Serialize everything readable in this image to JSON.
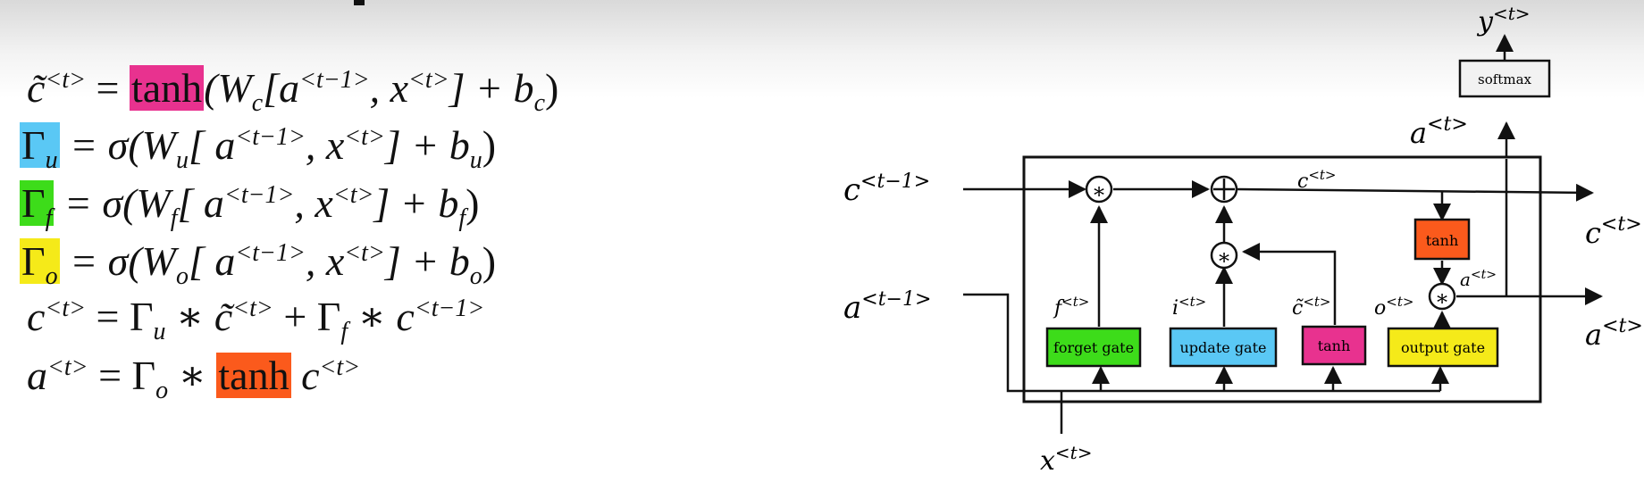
{
  "equations": {
    "c_tilde": {
      "lhs": "c̃",
      "lhs_sup": "<t>",
      "eq": " = ",
      "tanh": "tanh",
      "open": "(W",
      "w_sub": "c",
      "bracket": "[a",
      "a_sup": "<t−1>",
      "comma": ", x",
      "x_sup": "<t>",
      "rest": "] + b",
      "b_sub": "c",
      "close": ")"
    },
    "gamma_u": {
      "gamma": "Γ",
      "sub": "u",
      "eq": " = σ(W",
      "w_sub": "u",
      "bracket": "[ a",
      "a_sup": "<t−1>",
      "comma": ", x",
      "x_sup": "<t>",
      "rest": "] + b",
      "b_sub": "u",
      "close": ")"
    },
    "gamma_f": {
      "gamma": "Γ",
      "sub": "f",
      "eq": " = σ(W",
      "w_sub": "f",
      "bracket": "[ a",
      "a_sup": "<t−1>",
      "comma": ", x",
      "x_sup": "<t>",
      "rest": "] + b",
      "b_sub": "f",
      "close": ")"
    },
    "gamma_o": {
      "gamma": "Γ",
      "sub": "o",
      "eq": " = σ(W",
      "w_sub": "o",
      "bracket": "[ a",
      "a_sup": "<t−1>",
      "comma": ", x",
      "x_sup": "<t>",
      "rest": "] + b",
      "b_sub": "o",
      "close": ")"
    },
    "c_t": {
      "lhs": "c",
      "lhs_sup": "<t>",
      "eq": " =  Γ",
      "s1": "u",
      "mid": " ∗ c̃",
      "mid_sup": "<t>",
      "plus": " + Γ",
      "s2": "f",
      "mid2": " ∗ c",
      "end_sup": "<t−1>"
    },
    "a_t": {
      "lhs": "a",
      "lhs_sup": "<t>",
      "eq": " = Γ",
      "s1": "o",
      "star": " ∗ ",
      "tanh": "tanh",
      "c": " c",
      "c_sup": "<t>"
    }
  },
  "diagram": {
    "labels": {
      "c_prev": "c",
      "c_prev_sup": "<t−1>",
      "a_prev": "a",
      "a_prev_sup": "<t−1>",
      "x_t": "x",
      "x_t_sup": "<t>",
      "c_out": "c",
      "c_out_sup": "<t>",
      "a_out": "a",
      "a_out_sup": "<t>",
      "a_top": "a",
      "a_top_sup": "<t>",
      "y": "y",
      "y_sup": "<t>",
      "c_line": "c",
      "c_line_sup": "<t>",
      "f": "f",
      "f_sup": "<t>",
      "i": "i",
      "i_sup": "<t>",
      "c_tilde": "c̃",
      "c_tilde_sup": "<t>",
      "o": "o",
      "o_sup": "<t>",
      "a_inner": "a",
      "a_inner_sup": "<t>"
    },
    "boxes": {
      "softmax": "softmax",
      "tanh_top": "tanh",
      "forget": "forget gate",
      "update": "update gate",
      "tanh_mid": "tanh",
      "output": "output gate"
    },
    "ops": {
      "multiply": "∗",
      "add": "+"
    }
  },
  "colors": {
    "pink": "#e8328f",
    "blue": "#5ac8f5",
    "green": "#3ddc1a",
    "yellow": "#f5ea19",
    "orange": "#fb5a1c",
    "softmax_bg": "#f2f2f2"
  }
}
